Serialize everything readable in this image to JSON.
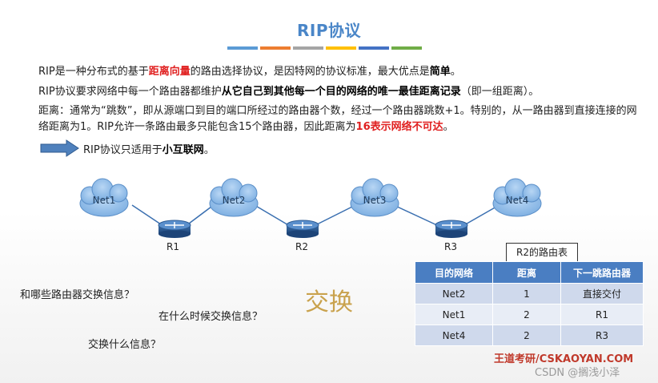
{
  "title": "RIP协议",
  "title_bar_colors": [
    "#5b9bd5",
    "#ed7d31",
    "#a5a5a5",
    "#ffc000",
    "#4472c4",
    "#70ad47"
  ],
  "p1": {
    "a": "RIP是一种分布式的基于",
    "b": "距离向量",
    "c": "的路由选择协议，是因特网的协议标准，最大优点是",
    "d": "简单",
    "e": "。"
  },
  "p2": {
    "a": "RIP协议要求网络中每一个路由器都维护",
    "b": "从它自己到其他每一个目的网络的唯一最佳距离记录",
    "c": "（即一组距离）。"
  },
  "p3": {
    "a": "距离：通常为“跳数”，即从源端口到目的端口所经过的路由器个数，经过一个路由器跳数+1。特别的，从一路由器到直接连接的网络距离为1。RIP允许一条路由最多只能包含15个路由器，因此距离为",
    "b": "16表示网络不可达",
    "c": "。"
  },
  "p4": {
    "a": "RIP协议只适用于",
    "b": "小互联网",
    "c": "。"
  },
  "networks": [
    "Net1",
    "Net2",
    "Net3",
    "Net4"
  ],
  "routers": [
    "R1",
    "R2",
    "R3"
  ],
  "questions": [
    "和哪些路由器交换信息？",
    "在什么时候交换信息？",
    "交换什么信息？"
  ],
  "exchange": "交换",
  "table": {
    "caption": "R2的路由表",
    "headers": [
      "目的网络",
      "距离",
      "下一跳路由器"
    ],
    "rows": [
      [
        "Net2",
        "1",
        "直接交付"
      ],
      [
        "Net1",
        "2",
        "R1"
      ],
      [
        "Net4",
        "2",
        "R3"
      ]
    ]
  },
  "brand": "王道考研/CSKAOYAN.COM",
  "watermark": "CSDN @搁浅小泽",
  "colors": {
    "accent": "#4a86c8",
    "highlight": "#e02020",
    "table_header": "#4a7ec2"
  }
}
